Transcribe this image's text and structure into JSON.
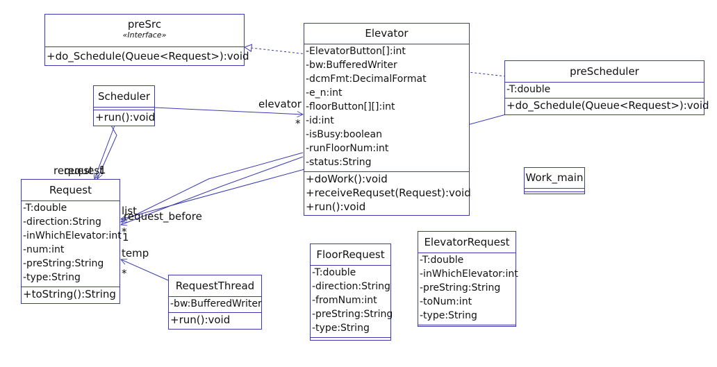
{
  "classes": {
    "preSrc": {
      "name": "preSrc",
      "stereotype": "«Interface»",
      "attributes": [],
      "operations": [
        "+do_Schedule(Queue<Request>):void"
      ]
    },
    "Elevator": {
      "name": "Elevator",
      "attributes": [
        "-ElevatorButton[]:int",
        "-bw:BufferedWriter",
        "-dcmFmt:DecimalFormat",
        "-e_n:int",
        "-floorButton[][]:int",
        "-id:int",
        "-isBusy:boolean",
        "-runFloorNum:int",
        "-status:String"
      ],
      "operations": [
        "+doWork():void",
        "+receiveRequset(Request):void",
        "+run():void"
      ]
    },
    "preScheduler": {
      "name": "preScheduler",
      "attributes": [
        "-T:double"
      ],
      "operations": [
        "+do_Schedule(Queue<Request>):void"
      ]
    },
    "Scheduler": {
      "name": "Scheduler",
      "attributes": [],
      "operations": [
        "+run():void"
      ]
    },
    "Request": {
      "name": "Request",
      "attributes": [
        "-T:double",
        "-direction:String",
        "-inWhichElevator:int",
        "-num:int",
        "-preString:String",
        "-type:String"
      ],
      "operations": [
        "+toString():String"
      ]
    },
    "RequestThread": {
      "name": "RequestThread",
      "attributes": [
        "-bw:BufferedWriter"
      ],
      "operations": [
        "+run():void"
      ]
    },
    "Work_main": {
      "name": "Work_main",
      "attributes": [],
      "operations": []
    },
    "FloorRequest": {
      "name": "FloorRequest",
      "attributes": [
        "-T:double",
        "-direction:String",
        "-fromNum:int",
        "-preString:String",
        "-type:String"
      ],
      "operations": []
    },
    "ElevatorRequest": {
      "name": "ElevatorRequest",
      "attributes": [
        "-T:double",
        "-inWhichElevator:int",
        "-preString:String",
        "-toNum:int",
        "-type:String"
      ],
      "operations": []
    }
  },
  "labels": {
    "elevator": "elevator",
    "elevator_mult": "*",
    "request_a": "request",
    "request_b": "request",
    "request_mult": "1",
    "list": "list",
    "request_before": "request_before",
    "rb_mult_a": "*",
    "rb_mult_b": "1",
    "temp": "temp",
    "temp_mult": "*"
  },
  "colors": {
    "line": "#3a3ab0"
  }
}
